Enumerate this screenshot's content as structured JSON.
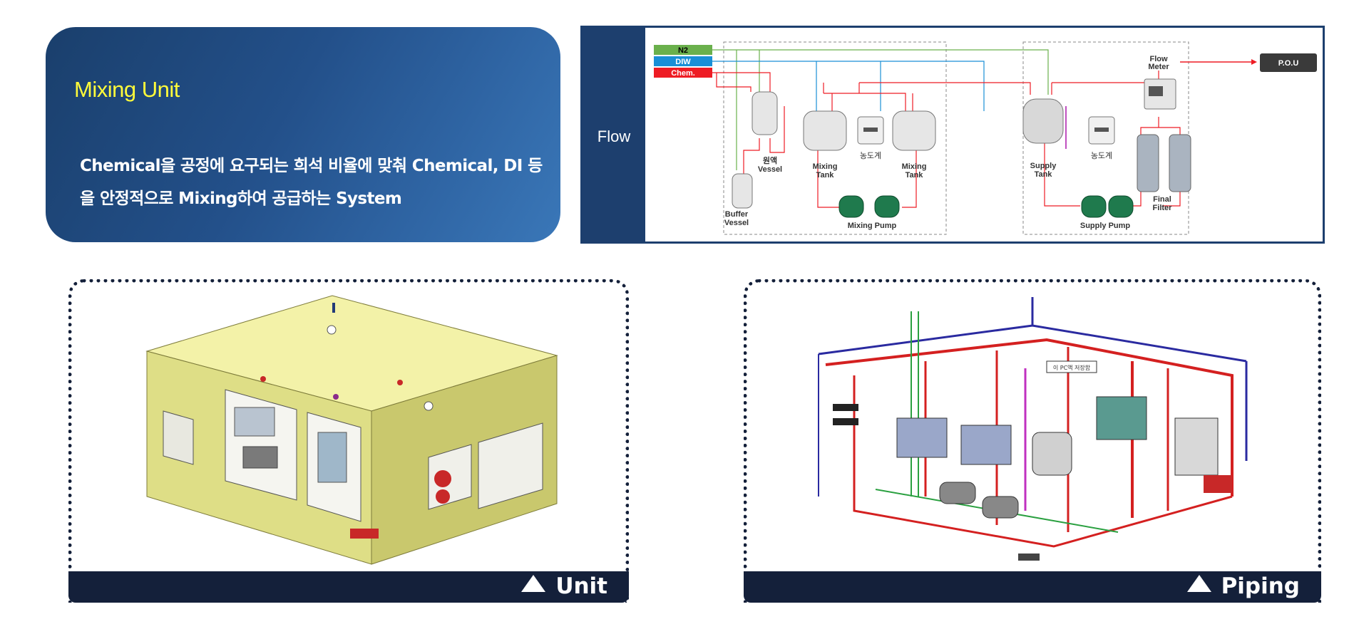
{
  "intro": {
    "title": "Mixing Unit",
    "description": "Chemical을 공정에 요구되는 희석 비율에 맞춰 Chemical, DI 등을 안정적으로 Mixing하여 공급하는 System"
  },
  "flow": {
    "label": "Flow",
    "lines": {
      "n2": "N2",
      "diw": "DIW",
      "chem": "Chem."
    },
    "components": {
      "dilution_vessel": [
        "원액",
        "Vessel"
      ],
      "buffer_vessel": [
        "Buffer",
        "Vessel"
      ],
      "mixing_tank_1": [
        "Mixing",
        "Tank"
      ],
      "concentration_meter_1": "농도계",
      "mixing_tank_2": [
        "Mixing",
        "Tank"
      ],
      "supply_tank": [
        "Supply",
        "Tank"
      ],
      "concentration_meter_2": "농도계",
      "flow_meter": [
        "Flow",
        "Meter"
      ],
      "final_filter": [
        "Final",
        "Filter"
      ],
      "mixing_pump": "Mixing Pump",
      "supply_pump": "Supply Pump",
      "pou": "P.O.U"
    },
    "colors": {
      "n2": "#6ab04c",
      "diw": "#1a8fd6",
      "chem": "#ee1c24",
      "navy": "#1d3f6e"
    }
  },
  "images": {
    "unit_caption": "Unit",
    "piping_caption": "Piping",
    "piping_sign": "이 PC액 저장함"
  }
}
